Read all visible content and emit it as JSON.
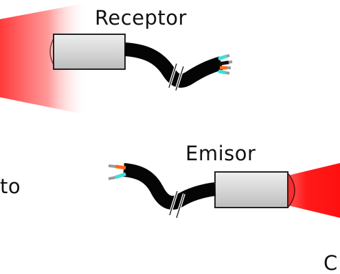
{
  "labels": {
    "receptor": "Receptor",
    "emisor": "Emisor",
    "left_partial": "to",
    "bottom_right_partial": "C"
  },
  "colors": {
    "beam_red": "#ff2a2a",
    "housing": "#d9d9d9",
    "cable": "#050505",
    "wire_cyan": "#3fe0d8",
    "wire_orange": "#ff6a1a",
    "wire_black": "#111111"
  }
}
